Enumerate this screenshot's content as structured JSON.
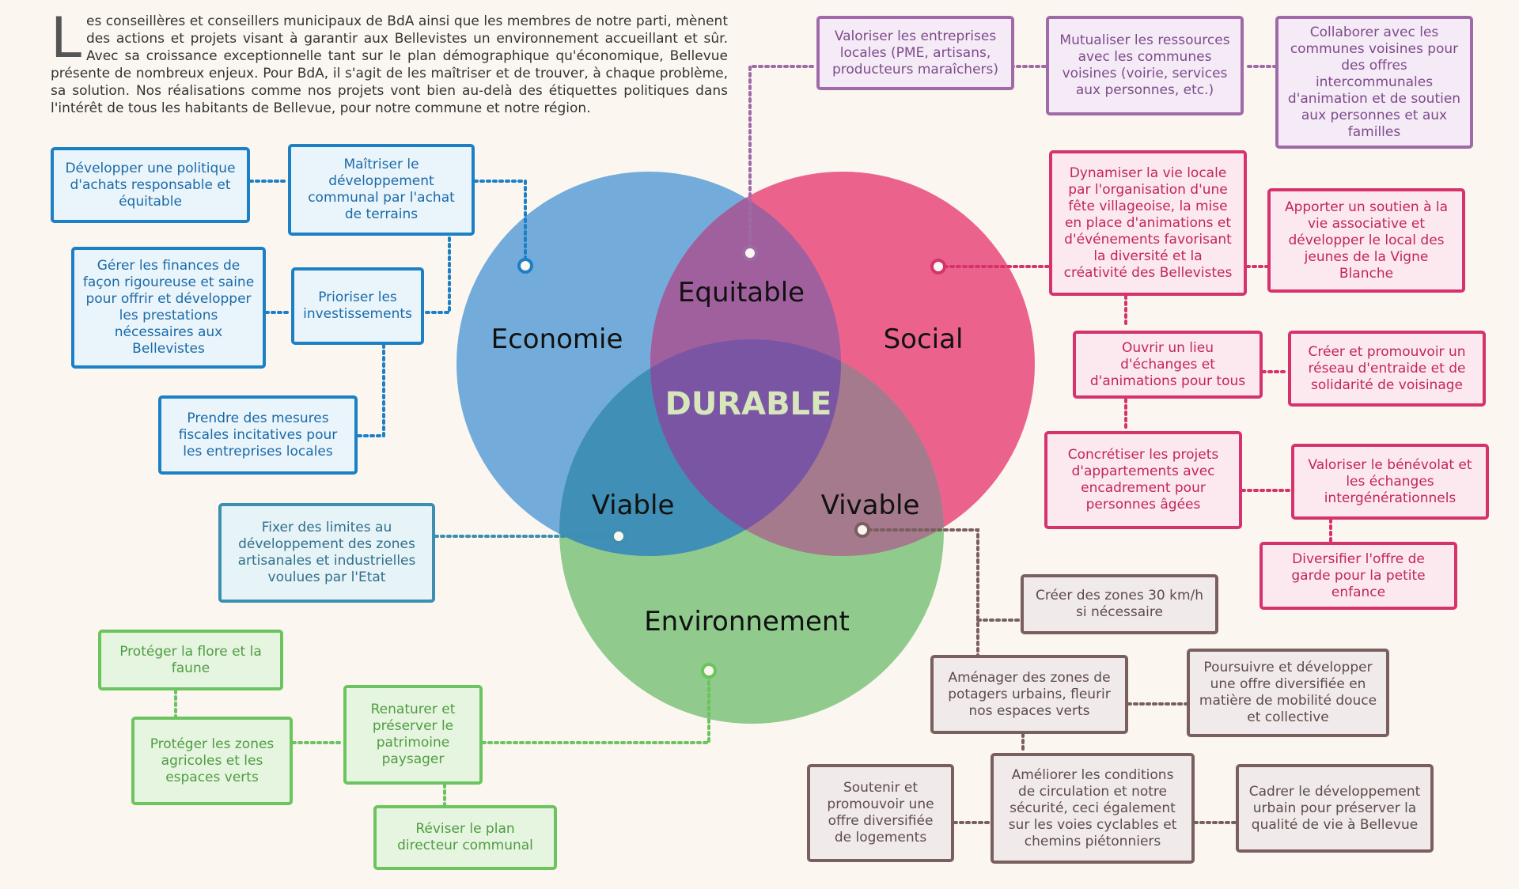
{
  "intro": {
    "dropcap": "L",
    "text": "es conseillères et conseillers municipaux de BdA ainsi que les membres de notre parti, mènent des actions et projets visant à garantir aux Bellevistes un environnement accueillant et sûr. Avec sa croissance exceptionnelle tant sur le plan démographique qu'économique, Bellevue présente de nombreux enjeux. Pour BdA, il s'agit de les maîtriser et de trouver, à chaque problème, sa solution. Nos réalisations comme nos projets vont bien au-delà des étiquettes politiques dans l'intérêt de tous les habitants de Bellevue, pour notre commune et notre région."
  },
  "venn": {
    "economie": "Economie",
    "social": "Social",
    "environnement": "Environnement",
    "equitable": "Equitable",
    "viable": "Viable",
    "vivable": "Vivable",
    "durable": "DURABLE"
  },
  "colors": {
    "economie": "#5b9fd6",
    "social": "#e8497a",
    "environnement": "#7cc27a",
    "durable_text": "#d7e7bb"
  },
  "boxes": {
    "eco_achats": "Développer une politique d'achats responsable et équitable",
    "eco_terrains": "Maîtriser le développement communal par l'achat de terrains",
    "eco_finances": "Gérer les finances de façon rigoureuse et saine pour offrir et développer les prestations nécessaires aux Bellevistes",
    "eco_invest": "Prioriser les investissements",
    "eco_fiscal": "Prendre des mesures fiscales incitatives pour les entreprises locales",
    "viable_zones": "Fixer des limites au développement des zones artisanales et industrielles voulues par l'Etat",
    "env_flore": "Protéger la flore et la faune",
    "env_agricoles": "Protéger les zones agricoles et les espaces verts",
    "env_renaturer": "Renaturer et préserver le patrimoine paysager",
    "env_plan": "Réviser le plan directeur communal",
    "eq_entreprises": "Valoriser les entreprises locales (PME, artisans, producteurs maraîchers)",
    "eq_mutualiser": "Mutualiser les ressources avec les communes voisines (voirie, services aux personnes, etc.)",
    "eq_collaborer": "Collaborer avec les communes voisines pour des offres intercommunales d'animation et de soutien aux personnes et aux familles",
    "soc_dynamiser": "Dynamiser la vie locale par l'organisation d'une fête villageoise, la mise en place d'animations et d'événements favorisant la diversité et la créativité des Bellevistes",
    "soc_soutien": "Apporter un soutien à la vie associative et développer le local des jeunes de la Vigne Blanche",
    "soc_lieu": "Ouvrir un lieu d'échanges et d'animations pour tous",
    "soc_reseau": "Créer et promouvoir un réseau d'entraide et de solidarité de voisinage",
    "soc_appartements": "Concrétiser les projets d'appartements avec encadrement pour personnes âgées",
    "soc_benevolat": "Valoriser le bénévolat et les échanges intergénérationnels",
    "soc_garde": "Diversifier l'offre de garde pour la petite enfance",
    "viv_30kmh": "Créer des zones 30 km/h si nécessaire",
    "viv_potagers": "Aménager des zones de potagers urbains, fleurir nos espaces verts",
    "viv_mobilite": "Poursuivre et développer une offre diversifiée en matière de mobilité douce et collective",
    "viv_logements": "Soutenir et promouvoir une offre diversifiée de logements",
    "viv_circulation": "Améliorer les conditions de circulation et notre sécurité, ceci également sur les voies cyclables et chemins piétonniers",
    "viv_cadrer": "Cadrer le développement urbain pour préserver la qualité de vie à Bellevue"
  }
}
